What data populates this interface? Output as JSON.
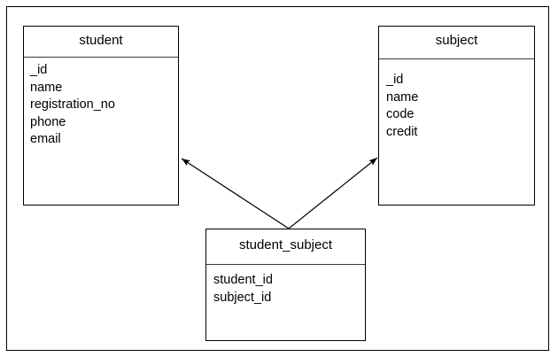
{
  "diagram": {
    "type": "entity-relationship-diagram",
    "background_color": "#ffffff",
    "line_color": "#000000",
    "entities": [
      {
        "id": "student",
        "title": "student",
        "attributes": [
          "_id",
          "name",
          "registration_no",
          "phone",
          "email"
        ]
      },
      {
        "id": "subject",
        "title": "subject",
        "attributes": [
          "_id",
          "name",
          "code",
          "credit"
        ]
      },
      {
        "id": "student_subject",
        "title": "student_subject",
        "attributes": [
          "student_id",
          "subject_id"
        ]
      }
    ],
    "relationships": [
      {
        "id": "student_subject-to-student",
        "from": "student_subject",
        "to": "student",
        "arrow": "open-arrow-at-target"
      },
      {
        "id": "student_subject-to-subject",
        "from": "student_subject",
        "to": "subject",
        "arrow": "open-arrow-at-target"
      }
    ]
  }
}
